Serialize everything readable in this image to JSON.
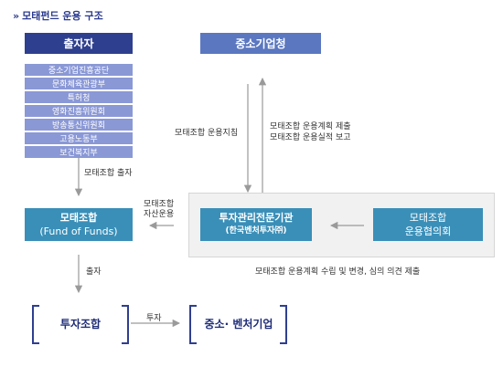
{
  "title": "모태펀드 운용 구조",
  "title_mark": "»",
  "investors": {
    "label": "출자자",
    "ministries": [
      "중소기업진흥공단",
      "문화체육관광부",
      "특허청",
      "영화진흥위원회",
      "방송통신위원회",
      "고용노동부",
      "보건복지부"
    ]
  },
  "sme_agency": "중소기업청",
  "fund_of_funds": {
    "line1": "모태조합",
    "line2": "(Fund of Funds)"
  },
  "manager": {
    "line1": "투자관리전문기관",
    "line2": "(한국벤처투자㈜)"
  },
  "committee": {
    "line1": "모태조합",
    "line2": "운용협의회"
  },
  "investment_fund": "투자조합",
  "sme_venture": "중소· 벤처기업",
  "labels": {
    "contribution": "모태조합 출자",
    "operation_guide": "모태조합 운용지침",
    "report_plan": "모태조합 운용계획 제출",
    "report_result": "모태조합 운용실적 보고",
    "asset_mgmt_1": "모태조합",
    "asset_mgmt_2": "자산운용",
    "capital": "출자",
    "invest": "투자",
    "committee_note": "모태조합 운용계획 수립 및 변경, 심의 의견 제출"
  },
  "colors": {
    "navy": "#2f3f8f",
    "blue": "#5a77c0",
    "ministry": "#8a98d6",
    "teal": "#3a8fb8",
    "arrow": "#9a9a9a"
  }
}
